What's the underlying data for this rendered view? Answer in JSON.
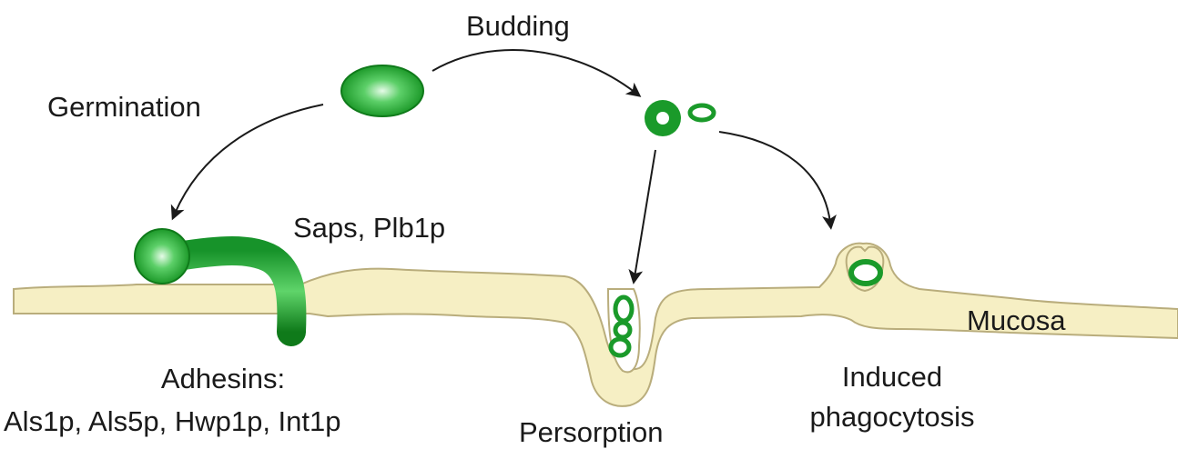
{
  "labels": {
    "budding": "Budding",
    "germination": "Germination",
    "saps": "Saps, Plb1p",
    "mucosa": "Mucosa",
    "adhesins_title": "Adhesins:",
    "adhesins_list": "Als1p, Als5p, Hwp1p, Int1p",
    "persorption": "Persorption",
    "induced": "Induced",
    "phagocytosis": "phagocytosis"
  },
  "colors": {
    "cell_green": "#1a9a2a",
    "cell_dark": "#0f7a1a",
    "cell_light": "#bff0c4",
    "mucosa_fill": "#f6efc4",
    "mucosa_stroke": "#b9ad7c",
    "arrow": "#1a1a1a"
  }
}
